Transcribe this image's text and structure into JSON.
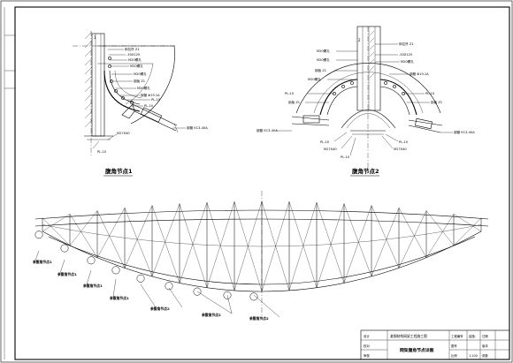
{
  "detail_titles": {
    "left": "腹角节点1",
    "right": "腹角节点2"
  },
  "left_labels": [
    "斜拉杆 Z1",
    "-30X125",
    "M20螺孔",
    "M20螺孔",
    "M20螺孔",
    "钢板 Z1",
    "M20螺孔",
    "钢管 Φ19.1A",
    "PL-10",
    "PL-10"
  ],
  "left_labels_misc": {
    "rod": "钢管 EC3-40A",
    "bolt": "M27X40",
    "base": "PL-10"
  },
  "right_labels": [
    "斜拉杆 Z1",
    "M20螺孔",
    "-30X125",
    "M20螺孔",
    "M20螺孔",
    "钢板 Z1",
    "钢管 Φ19.1A",
    "M20螺孔"
  ],
  "right_labels_misc": {
    "rod_left": "钢管 EC3-40A",
    "rod_right": "钢管 EC3-40A",
    "side_left": "肋板 Z1",
    "side_right": "肋板 Z1",
    "plate_l1": "PL-10",
    "plate_l2": "M27X40",
    "plate_l3": "PL-10",
    "plate_r1": "PL-10",
    "plate_r2": "M27X40"
  },
  "callouts": [
    "参腹角节点1",
    "参腹角节点1",
    "参腹角节点1",
    "参腹角节点1",
    "参腹角节点2",
    "参腹角节点2",
    "参腹角节点2"
  ],
  "title_block": {
    "project": "某钢结构网架工程施工图",
    "drawing_title": "网架腹角节点详图",
    "left_rows": [
      "设计",
      "校对",
      "审核"
    ],
    "right_rows": [
      "工程编号",
      "图号",
      "比例"
    ],
    "right_values": [
      "结施-",
      "",
      "1:100"
    ],
    "far_rows": [
      "日期",
      "版本",
      "张数"
    ]
  }
}
